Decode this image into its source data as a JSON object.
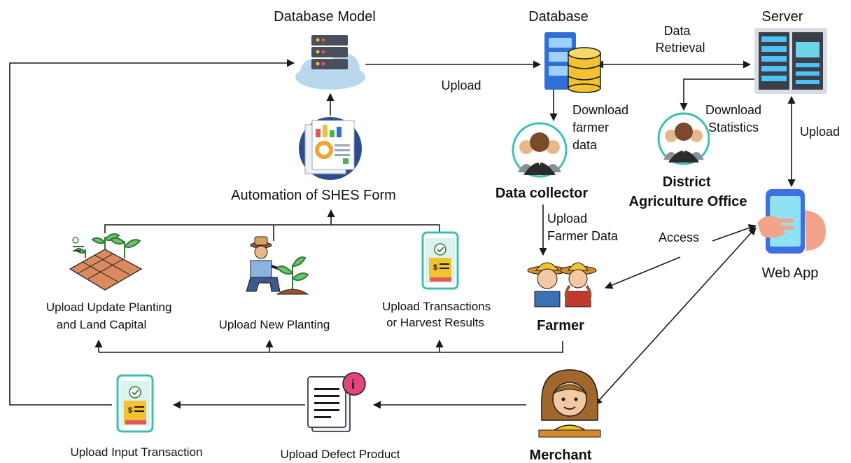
{
  "nodes": {
    "database_model": "Database Model",
    "database": "Database",
    "server": "Server",
    "data_retrieval": [
      "Data",
      "Retrieval"
    ],
    "upload_top": "Upload",
    "download_farmer_data": [
      "Download",
      "farmer",
      "data"
    ],
    "download_statistics": [
      "Download",
      "Statistics"
    ],
    "upload_right": "Upload",
    "data_collector": "Data collector",
    "district_office": [
      "District",
      "Agriculture Office"
    ],
    "automation": "Automation of SHES Form",
    "upload_farmer_data": [
      "Upload",
      "Farmer Data"
    ],
    "access": "Access",
    "web_app": "Web App",
    "update_planting": [
      "Upload Update Planting",
      "and Land Capital"
    ],
    "new_planting": "Upload New Planting",
    "transactions": [
      "Upload Transactions",
      "or Harvest Results"
    ],
    "farmer": "Farmer",
    "input_transaction": "Upload Input Transaction",
    "defect_product": "Upload Defect Product",
    "merchant": "Merchant"
  },
  "icons": {
    "database_model": "cloud-server-icon",
    "database": "database-icon",
    "server": "server-rack-icon",
    "automation": "report-documents-icon",
    "data_collector": "people-group-icon",
    "district_office": "people-group-icon",
    "web_app": "smartphone-hand-icon",
    "update_planting": "land-plot-icon",
    "new_planting": "planting-farmer-icon",
    "transactions": "phone-receipt-icon",
    "farmer": "farmers-couple-icon",
    "input_transaction": "phone-receipt-icon",
    "defect_product": "document-info-icon",
    "merchant": "merchant-woman-icon"
  },
  "colors": {
    "line": "#1a1a1a",
    "teal": "#3dbfb0",
    "cloud": "#b9d8ee",
    "server": "#3b3f4a",
    "gold": "#f2c230",
    "blue": "#2f6fd6",
    "green": "#4caf50",
    "brown": "#a0522d"
  }
}
